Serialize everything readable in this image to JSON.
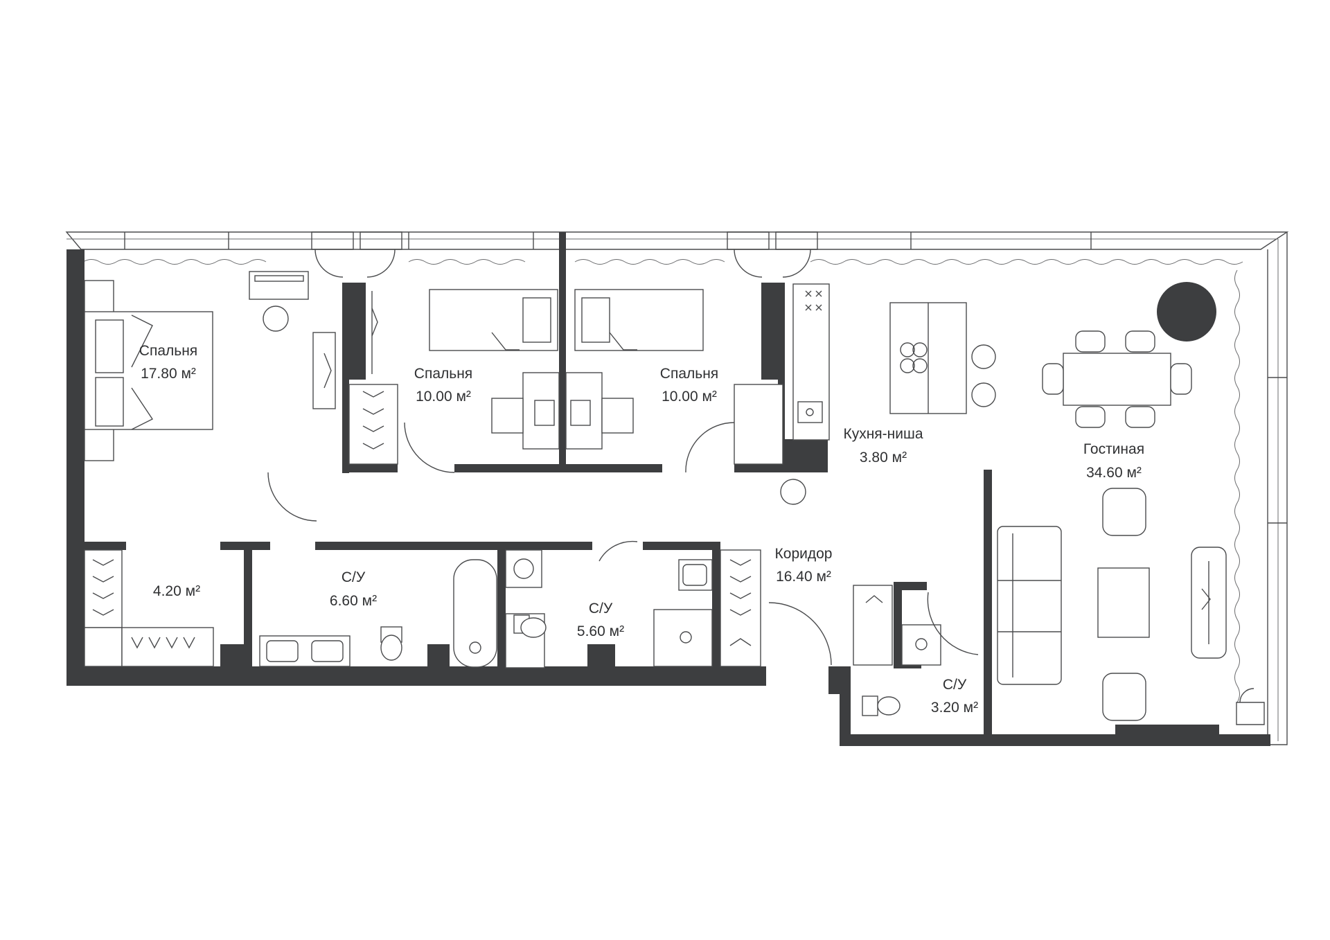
{
  "plan": {
    "colors": {
      "wall": "#3d3e40",
      "line": "#4a4b4d",
      "background": "#ffffff",
      "accent": "#3d3e40"
    },
    "rooms": [
      {
        "id": "bedroom-master",
        "name": "Спальня",
        "area": "17.80 м²"
      },
      {
        "id": "bedroom-2",
        "name": "Спальня",
        "area": "10.00 м²"
      },
      {
        "id": "bedroom-3",
        "name": "Спальня",
        "area": "10.00 м²"
      },
      {
        "id": "kitchen",
        "name": "Кухня-ниша",
        "area": "3.80 м²"
      },
      {
        "id": "living",
        "name": "Гостиная",
        "area": "34.60 м²"
      },
      {
        "id": "wardrobe",
        "name": "",
        "area": "4.20 м²"
      },
      {
        "id": "bath-1",
        "name": "С/У",
        "area": "6.60 м²"
      },
      {
        "id": "bath-2",
        "name": "С/У",
        "area": "5.60 м²"
      },
      {
        "id": "corridor",
        "name": "Коридор",
        "area": "16.40 м²"
      },
      {
        "id": "bath-3",
        "name": "С/У",
        "area": "3.20 м²"
      }
    ],
    "icons": [
      "hanger-icon",
      "bed-icon",
      "toilet-icon",
      "sink-icon",
      "bathtub-icon",
      "stove-icon",
      "washing-machine-icon",
      "door-swing-icon",
      "window-icon",
      "sofa-icon",
      "chair-icon",
      "table-icon",
      "column-icon"
    ]
  }
}
